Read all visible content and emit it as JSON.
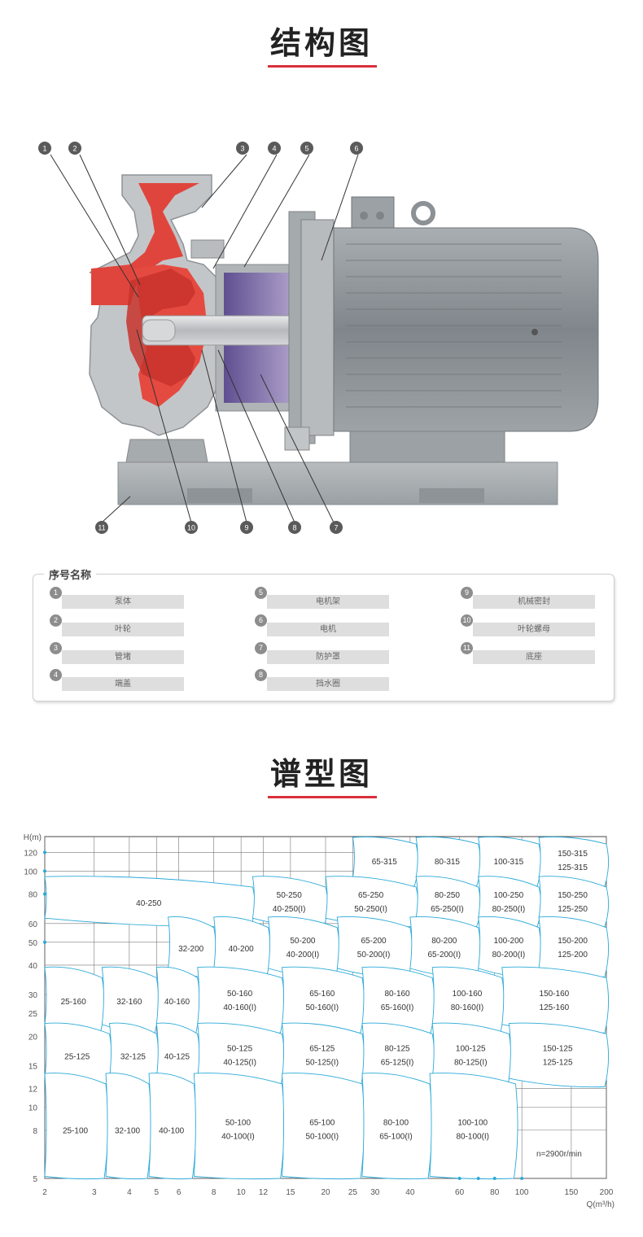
{
  "section1": {
    "title": "结构图"
  },
  "diagram": {
    "callouts": [
      "1",
      "2",
      "3",
      "4",
      "5",
      "6",
      "7",
      "8",
      "9",
      "10",
      "11"
    ]
  },
  "legend": {
    "heading": "序号名称",
    "items": [
      {
        "num": "1",
        "name": "泵体"
      },
      {
        "num": "2",
        "name": "叶轮"
      },
      {
        "num": "3",
        "name": "管堵"
      },
      {
        "num": "4",
        "name": "端盖"
      },
      {
        "num": "5",
        "name": "电机架"
      },
      {
        "num": "6",
        "name": "电机"
      },
      {
        "num": "7",
        "name": "防护罩"
      },
      {
        "num": "8",
        "name": "挡水圈"
      },
      {
        "num": "9",
        "name": "机械密封"
      },
      {
        "num": "10",
        "name": "叶轮螺母"
      },
      {
        "num": "11",
        "name": "底座"
      }
    ]
  },
  "section2": {
    "title": "谱型图"
  },
  "chart_data": {
    "type": "diagram",
    "ylabel": "H(m)",
    "xlabel": "Q(m³/h)",
    "x_ticks": [
      2,
      3,
      4,
      5,
      6,
      8,
      10,
      12,
      15,
      20,
      25,
      30,
      40,
      60,
      80,
      100,
      150,
      200
    ],
    "y_ticks": [
      5,
      8,
      10,
      12,
      15,
      20,
      25,
      30,
      40,
      50,
      60,
      80,
      100,
      120
    ],
    "x_log": true,
    "y_log": true,
    "annotation": "n=2900r/min",
    "regions": [
      {
        "label": [
          "65-315"
        ]
      },
      {
        "label": [
          "80-315"
        ]
      },
      {
        "label": [
          "100-315"
        ]
      },
      {
        "label": [
          "150-315",
          "125-315"
        ]
      },
      {
        "label": [
          "40-250"
        ]
      },
      {
        "label": [
          "50-250",
          "40-250(I)"
        ]
      },
      {
        "label": [
          "65-250",
          "50-250(I)"
        ]
      },
      {
        "label": [
          "80-250",
          "65-250(I)"
        ]
      },
      {
        "label": [
          "100-250",
          "80-250(I)"
        ]
      },
      {
        "label": [
          "150-250",
          "125-250"
        ]
      },
      {
        "label": [
          "32-200"
        ]
      },
      {
        "label": [
          "40-200"
        ]
      },
      {
        "label": [
          "50-200",
          "40-200(I)"
        ]
      },
      {
        "label": [
          "65-200",
          "50-200(I)"
        ]
      },
      {
        "label": [
          "80-200",
          "65-200(I)"
        ]
      },
      {
        "label": [
          "100-200",
          "80-200(I)"
        ]
      },
      {
        "label": [
          "150-200",
          "125-200"
        ]
      },
      {
        "label": [
          "25-160"
        ]
      },
      {
        "label": [
          "32-160"
        ]
      },
      {
        "label": [
          "40-160"
        ]
      },
      {
        "label": [
          "50-160",
          "40-160(I)"
        ]
      },
      {
        "label": [
          "65-160",
          "50-160(I)"
        ]
      },
      {
        "label": [
          "80-160",
          "65-160(I)"
        ]
      },
      {
        "label": [
          "100-160",
          "80-160(I)"
        ]
      },
      {
        "label": [
          "150-160",
          "125-160"
        ]
      },
      {
        "label": [
          "25-125"
        ]
      },
      {
        "label": [
          "32-125"
        ]
      },
      {
        "label": [
          "40-125"
        ]
      },
      {
        "label": [
          "50-125",
          "40-125(I)"
        ]
      },
      {
        "label": [
          "65-125",
          "50-125(I)"
        ]
      },
      {
        "label": [
          "80-125",
          "65-125(I)"
        ]
      },
      {
        "label": [
          "100-125",
          "80-125(I)"
        ]
      },
      {
        "label": [
          "150-125",
          "125-125"
        ]
      },
      {
        "label": [
          "25-100"
        ]
      },
      {
        "label": [
          "32-100"
        ]
      },
      {
        "label": [
          "40-100"
        ]
      },
      {
        "label": [
          "50-100",
          "40-100(I)"
        ]
      },
      {
        "label": [
          "65-100",
          "50-100(I)"
        ]
      },
      {
        "label": [
          "80-100",
          "65-100(I)"
        ]
      },
      {
        "label": [
          "100-100",
          "80-100(I)"
        ]
      }
    ]
  },
  "colors": {
    "accent": "#d9303a",
    "curve": "#2aa9d8",
    "pump_red": "#e0453d",
    "motor_gray": "#8d9398",
    "seal_purple": "#7d6aa6"
  }
}
